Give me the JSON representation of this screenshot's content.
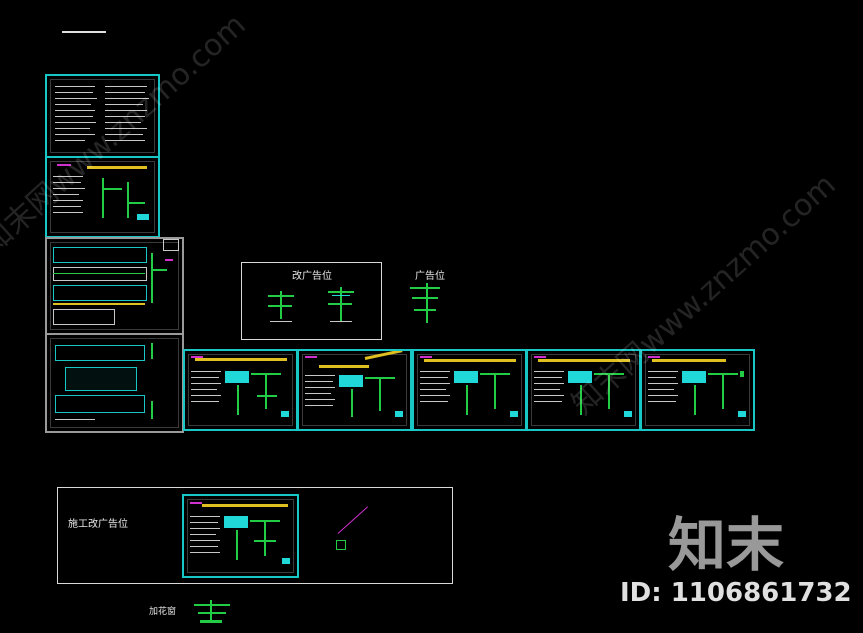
{
  "labels": {
    "panel_top_title": "改广告位",
    "floating_title": "广告位",
    "panel_bottom_title": "施工改广告位",
    "bottom_left_label": "加花窗"
  },
  "watermark": {
    "diag_left": "知末网www.znzmo.com",
    "diag_right": "知末网www.znzmo.com",
    "logo": "知末",
    "id": "ID: 1106861732"
  },
  "colors": {
    "background": "#000000",
    "sheet_border": "#18c6c6",
    "panel_border": "#d9d9d9",
    "pipe_green": "#22cc44",
    "pipe_yellow": "#e0c020",
    "accent_magenta": "#d030d0"
  }
}
